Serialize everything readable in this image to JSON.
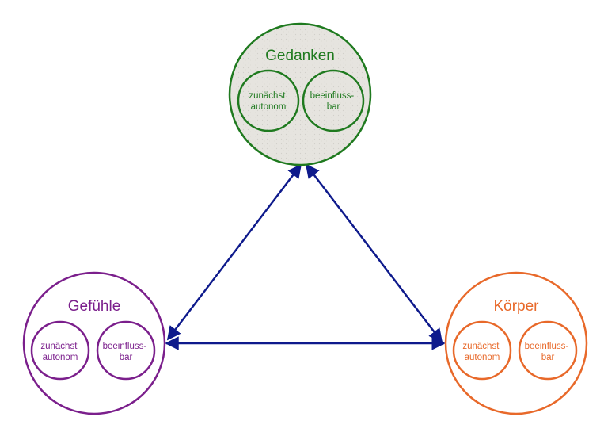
{
  "colors": {
    "arrow": "#0e1a8c",
    "gedanken": "#1f7a1f",
    "gefuehle": "#7b1f8c",
    "koerper": "#e8692a",
    "gedanken_fill": "#e6e4df"
  },
  "nodes": {
    "gedanken": {
      "title": "Gedanken",
      "left": {
        "line1": "zunächst",
        "line2": "autonom"
      },
      "right": {
        "line1": "beeinfluss-",
        "line2": "bar"
      }
    },
    "gefuehle": {
      "title": "Gefühle",
      "left": {
        "line1": "zunächst",
        "line2": "autonom"
      },
      "right": {
        "line1": "beeinfluss-",
        "line2": "bar"
      }
    },
    "koerper": {
      "title": "Körper",
      "left": {
        "line1": "zunächst",
        "line2": "autonom"
      },
      "right": {
        "line1": "beeinfluss-",
        "line2": "bar"
      }
    }
  }
}
